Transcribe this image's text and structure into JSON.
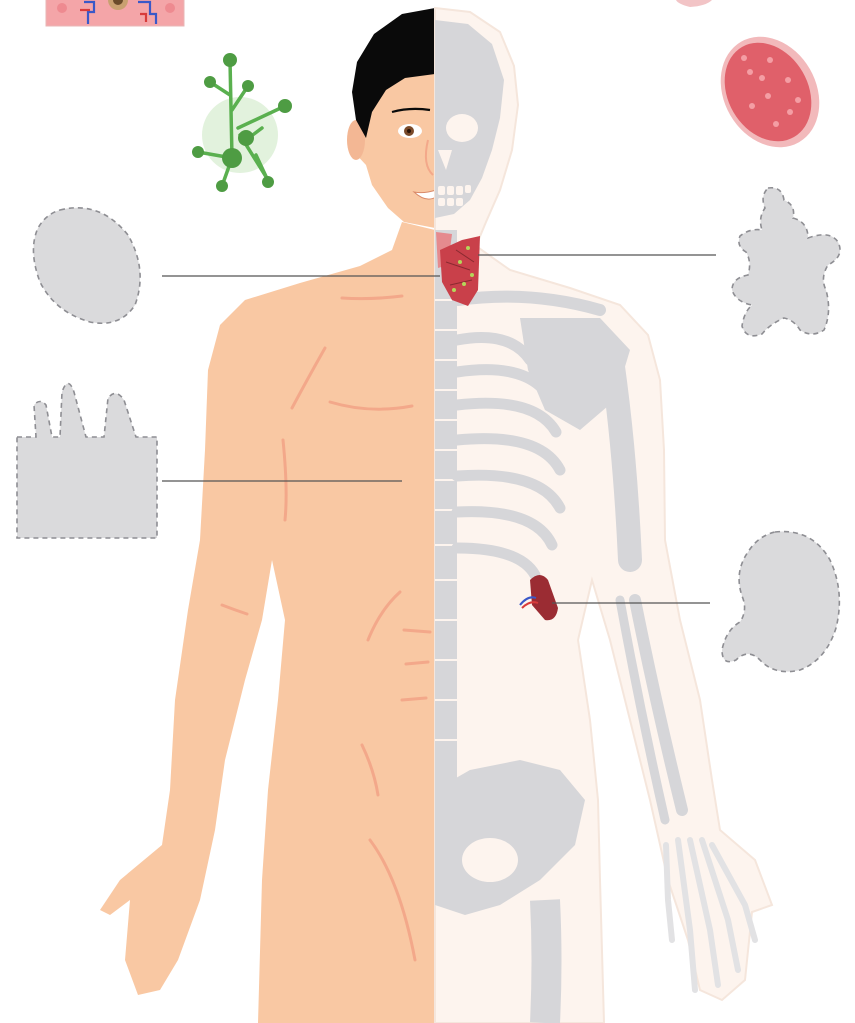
{
  "diagram": {
    "colors": {
      "skin": "#f9c8a3",
      "skin_shadow": "#f3a88a",
      "skeleton_bg": "#fdf4ee",
      "bone": "#d6d6d9",
      "hair": "#0a0a0a",
      "placeholder_fill": "#dadadc",
      "placeholder_stroke": "#8e8e93",
      "thyroid": "#c9404a",
      "spleen": "#9b2c33",
      "neuron_green": "#5ab04f",
      "red_cell": "#e0606a",
      "leader_line": "#555555"
    },
    "icons": [
      "tissue-sample-icon",
      "neuron-cell-icon",
      "red-blood-cell-icon"
    ],
    "placeholders": [
      "round-cell-placeholder",
      "villi-epithelium-placeholder",
      "irregular-cell-placeholder",
      "kidney-shaped-placeholder"
    ],
    "organs": [
      "thyroid-gland",
      "spleen"
    ],
    "leader_lines": 4
  }
}
